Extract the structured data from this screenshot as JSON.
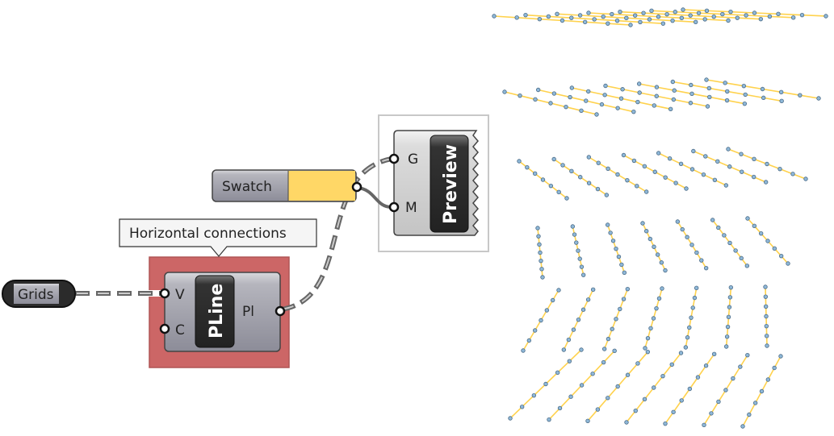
{
  "canvas": {
    "grids_param": {
      "label": "Grids"
    },
    "group_horizontal": {
      "tooltip": "Horizontal connections",
      "color": "#cc6666"
    },
    "pline_component": {
      "name": "PLine",
      "inputs": [
        "V",
        "C"
      ],
      "output": "Pl"
    },
    "swatch": {
      "label": "Swatch",
      "color": "#ffd766"
    },
    "preview_component": {
      "name": "Preview",
      "inputs": [
        "G",
        "M"
      ]
    }
  },
  "viewport": {
    "line_color": "#ffd24d",
    "point_color": "#8fb8d8",
    "point_stroke": "#4a6a86"
  }
}
